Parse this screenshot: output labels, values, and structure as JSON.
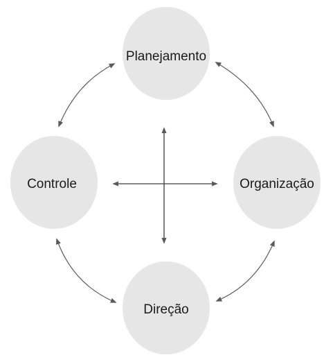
{
  "diagram": {
    "nodes": {
      "top": {
        "label": "Planejamento"
      },
      "right": {
        "label": "Organização"
      },
      "bottom": {
        "label": "Direção"
      },
      "left": {
        "label": "Controle"
      }
    },
    "colors": {
      "node_fill": "#e6e6e6",
      "edge": "#5a5a5a",
      "text": "#1a1a1a"
    }
  }
}
